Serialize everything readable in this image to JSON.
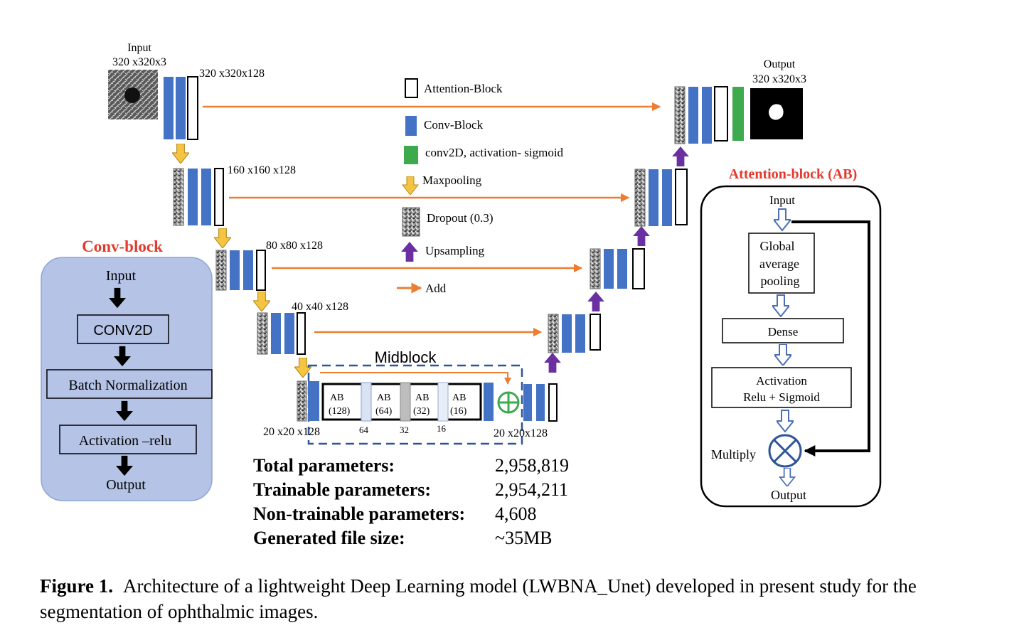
{
  "labels": {
    "input_title": "Input",
    "input_dims": "320 x320x3",
    "enc1_dims": "320 x320x128",
    "enc2_dims": "160 x160 x128",
    "enc3_dims": "80 x80 x128",
    "enc4_dims": "40 x40 x128",
    "mid_left_dims": "20 x20 x128",
    "mid_right_dims": "20 x20x128",
    "output_title": "Output",
    "output_dims": "320 x320x3",
    "midblock_title": "Midblock"
  },
  "legend": {
    "attention": "Attention-Block",
    "conv": "Conv-Block",
    "sigmoid": "conv2D, activation- sigmoid",
    "maxpool": "Maxpooling",
    "dropout": "Dropout (0.3)",
    "upsample": "Upsampling",
    "add": "Add"
  },
  "midblock": {
    "blocks": [
      {
        "name": "AB",
        "ch": "(128)"
      },
      {
        "name": "AB",
        "ch": "(64)"
      },
      {
        "name": "AB",
        "ch": "(32)"
      },
      {
        "name": "AB",
        "ch": "(16)"
      }
    ],
    "widths": [
      "64",
      "32",
      "16"
    ]
  },
  "conv_block": {
    "title": "Conv-block",
    "input": "Input",
    "conv2d": "CONV2D",
    "batchnorm": "Batch Normalization",
    "activation": "Activation –relu",
    "output": "Output"
  },
  "attention_block": {
    "title": "Attention-block (AB)",
    "input": "Input",
    "gap_1": "Global",
    "gap_2": "average",
    "gap_3": "pooling",
    "dense": "Dense",
    "act_1": "Activation",
    "act_2": "Relu + Sigmoid",
    "multiply": "Multiply",
    "output": "Output"
  },
  "params": [
    {
      "label": "Total parameters:",
      "value": "2,958,819"
    },
    {
      "label": "Trainable parameters:",
      "value": "2,954,211"
    },
    {
      "label": "Non-trainable parameters:",
      "value": "4,608"
    },
    {
      "label": "Generated file size:",
      "value": "~35MB"
    }
  ],
  "caption": {
    "label": "Figure 1.",
    "text": "Architecture of a lightweight Deep Learning model (LWBNA_Unet) developed in present study for the segmentation of ophthalmic images."
  },
  "colors": {
    "conv_blue": "#4472c4",
    "sigmoid_green": "#3daa4e",
    "arrow_orange": "#ed7d31",
    "maxpool_yellow": "#f5c542",
    "upsample_purple": "#6a2fa0",
    "accent_red": "#e23b2e",
    "convblock_bg": "#b4c3e6"
  }
}
